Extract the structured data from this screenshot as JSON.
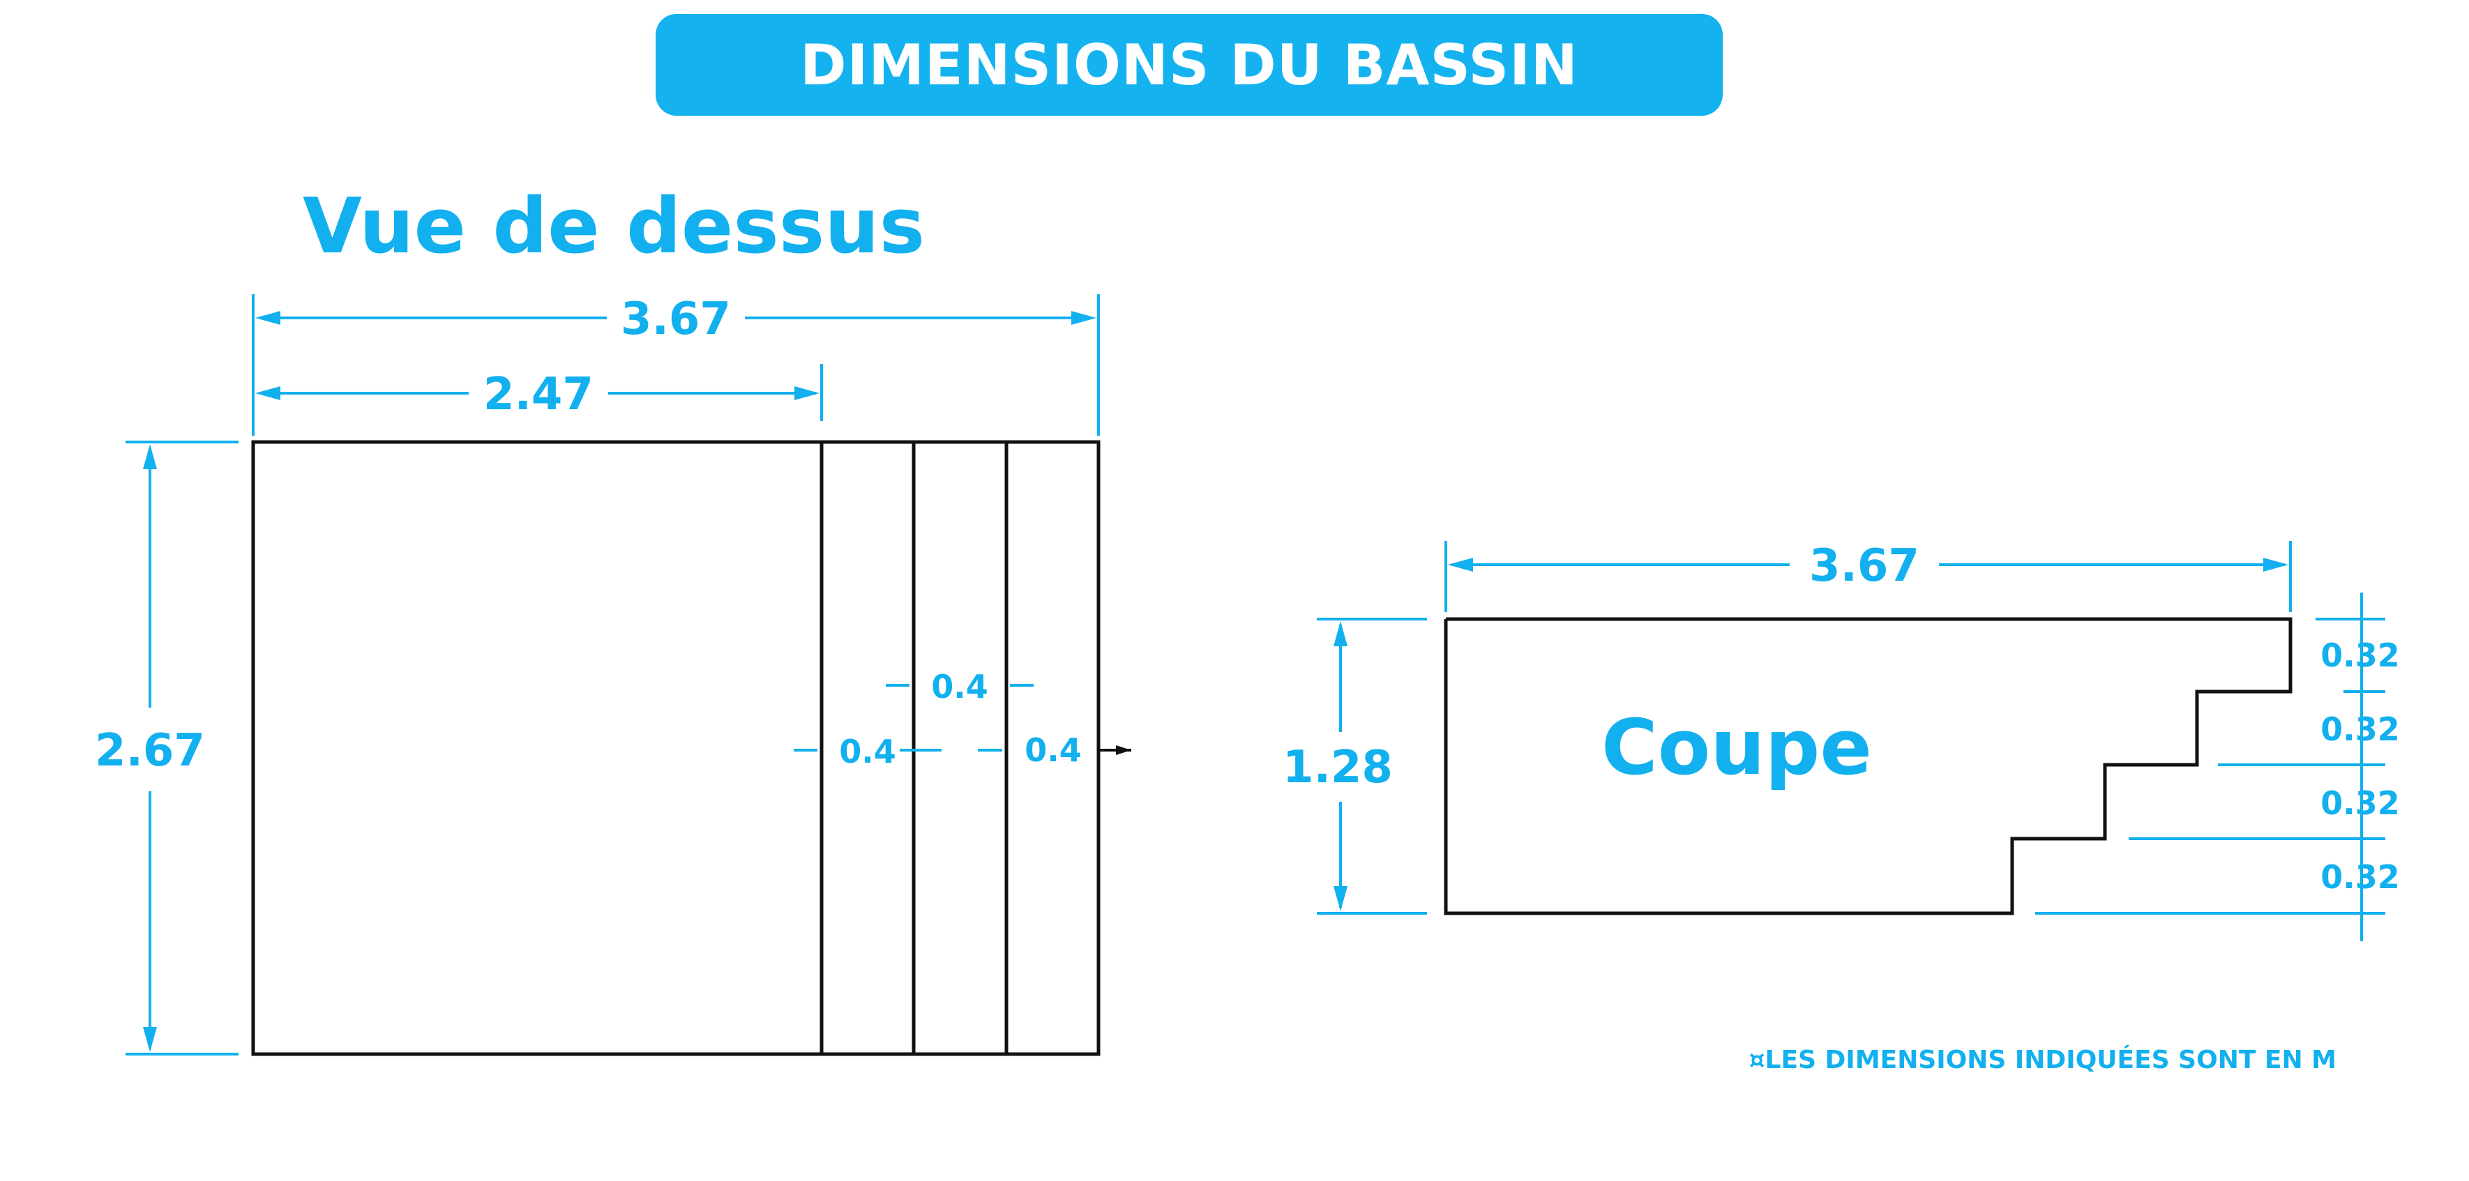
{
  "header": {
    "title": "DIMENSIONS DU BASSIN"
  },
  "top_view": {
    "label": "Vue de dessus",
    "total_length": "3.67",
    "basin_length": "2.47",
    "width": "2.67",
    "step_tread_1": "0.4",
    "step_tread_2": "0.4",
    "step_tread_3": "0.4"
  },
  "section_view": {
    "label": "Coupe",
    "length": "3.67",
    "depth": "1.28",
    "step_height_1": "0.32",
    "step_height_2": "0.32",
    "step_height_3": "0.32",
    "step_height_4": "0.32"
  },
  "footnote": "¤LES DIMENSIONS INDIQUÉES SONT EN M",
  "colors": {
    "accent": "#14b3ef",
    "outline": "#111111",
    "background": "#ffffff"
  }
}
